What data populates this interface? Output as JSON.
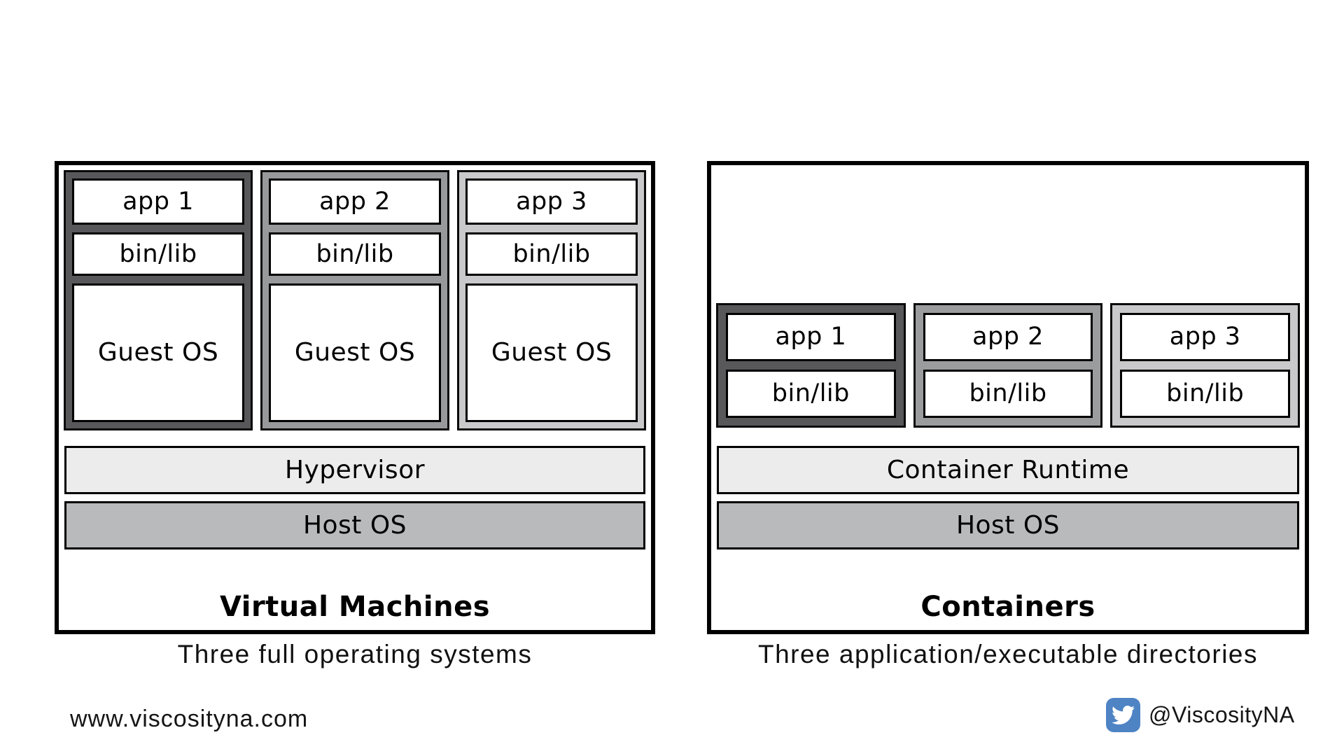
{
  "left": {
    "title": "Virtual Machines",
    "caption": "Three full operating systems",
    "hypervisor_label": "Hypervisor",
    "host_os_label": "Host OS",
    "columns": [
      {
        "app": "app 1",
        "binlib": "bin/lib",
        "guest_os": "Guest OS",
        "tone": "#58585B"
      },
      {
        "app": "app 2",
        "binlib": "bin/lib",
        "guest_os": "Guest OS",
        "tone": "#98999B"
      },
      {
        "app": "app 3",
        "binlib": "bin/lib",
        "guest_os": "Guest OS",
        "tone": "#C9C9CB"
      }
    ]
  },
  "right": {
    "title": "Containers",
    "caption": "Three application/executable directories",
    "runtime_label": "Container Runtime",
    "host_os_label": "Host OS",
    "columns": [
      {
        "app": "app 1",
        "binlib": "bin/lib",
        "tone": "#58585B"
      },
      {
        "app": "app 2",
        "binlib": "bin/lib",
        "tone": "#9B9C9E"
      },
      {
        "app": "app 3",
        "binlib": "bin/lib",
        "tone": "#C9C9CB"
      }
    ]
  },
  "footer": {
    "website": "www.viscosityna.com",
    "twitter_handle": "@ViscosityNA",
    "twitter_icon": "twitter-bird"
  },
  "colors": {
    "bar_light": "#ECECEC",
    "bar_gray": "#B9BABC",
    "twitter_blue": "#4E83C4",
    "ink": "#000000",
    "background": "#FFFFFF"
  }
}
